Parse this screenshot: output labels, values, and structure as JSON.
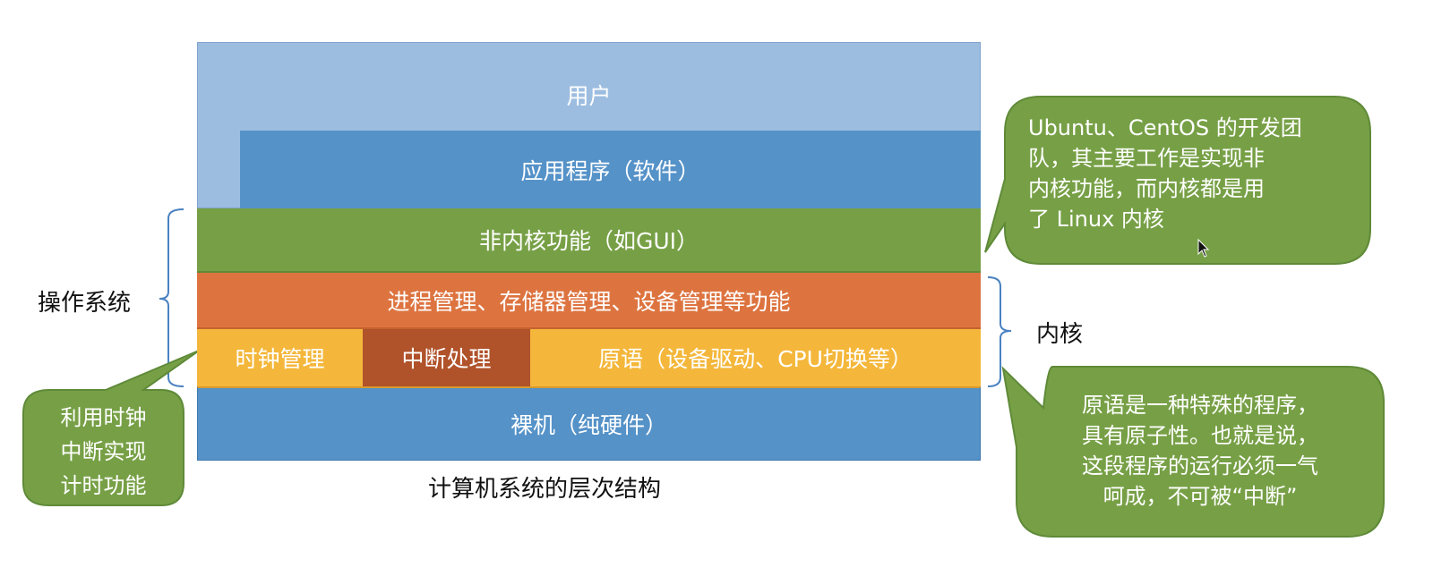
{
  "diagram": {
    "caption": "计算机系统的层次结构",
    "layers": {
      "user": "用户",
      "applications": "应用程序（软件）",
      "non_kernel": "非内核功能（如GUI）",
      "kernel_management": "进程管理、存储器管理、设备管理等功能",
      "clock": "时钟管理",
      "interrupt": "中断处理",
      "primitives": "原语（设备驱动、CPU切换等）",
      "hardware": "裸机（纯硬件）"
    },
    "braces": {
      "os_label": "操作系统",
      "kernel_label": "内核"
    },
    "callouts": {
      "distro": [
        "Ubuntu、CentOS 的开发团",
        "队，其主要工作是实现非",
        "内核功能，而内核都是用",
        "了 Linux 内核"
      ],
      "primitive": [
        "原语是一种特殊的程序，",
        "具有原子性。也就是说，",
        "这段程序的运行必须一气",
        "呵成，不可被“中断”"
      ],
      "clock": [
        "利用时钟",
        "中断实现",
        "计时功能"
      ]
    }
  },
  "colors": {
    "user": "#9dbde0",
    "app": "#5592c8",
    "green": "#77a046",
    "orange": "#dd7440",
    "yellow": "#f4b73b",
    "interrupt": "#b0522a",
    "brace": "#4a82c0"
  }
}
